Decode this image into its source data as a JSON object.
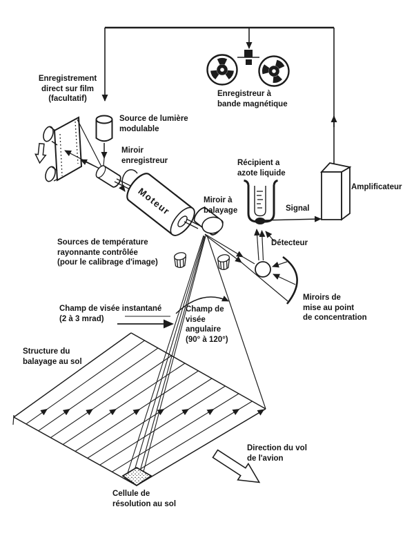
{
  "figure": {
    "background": "#ffffff",
    "ink_color": "#1c1c1c",
    "labels": {
      "film_recording": {
        "lines": [
          "Enregistrement",
          "direct sur film",
          "(facultatif)"
        ]
      },
      "light_source": {
        "lines": [
          "Source de lumière",
          "modulable"
        ]
      },
      "recording_mirror": {
        "lines": [
          "Miroir",
          "enregistreur"
        ]
      },
      "tape_recorder": {
        "lines": [
          "Enregistreur à",
          "bande magnétique"
        ]
      },
      "motor": {
        "lines": [
          "Moteur"
        ]
      },
      "scanning_mirror": {
        "lines": [
          "Miroir à",
          "balayage"
        ]
      },
      "nitrogen_container": {
        "lines": [
          "Récipient a",
          "azote liquide"
        ]
      },
      "amplifier": {
        "lines": [
          "Amplificateur"
        ]
      },
      "signal": {
        "lines": [
          "Signal"
        ]
      },
      "detector": {
        "lines": [
          "Détecteur"
        ]
      },
      "temperature_sources": {
        "lines": [
          "Sources de température",
          "rayonnante contrôlée",
          "(pour le calibrage d'image)"
        ]
      },
      "instantaneous_fov": {
        "lines": [
          "Champ de visée instantané",
          "(2 à 3 mrad)"
        ]
      },
      "angular_fov": {
        "lines": [
          "Champ de",
          "visée",
          "angulaire",
          "(90° à 120°)"
        ]
      },
      "focusing_mirrors": {
        "lines": [
          "Miroirs de",
          "mise au point",
          "de concentration"
        ]
      },
      "ground_scan_pattern": {
        "lines": [
          "Structure du",
          "balayage au sol"
        ]
      },
      "ground_resolution_cell": {
        "lines": [
          "Cellule de",
          "résolution au sol"
        ]
      },
      "flight_direction": {
        "lines": [
          "Direction du vol",
          "de l'avion"
        ]
      }
    }
  }
}
